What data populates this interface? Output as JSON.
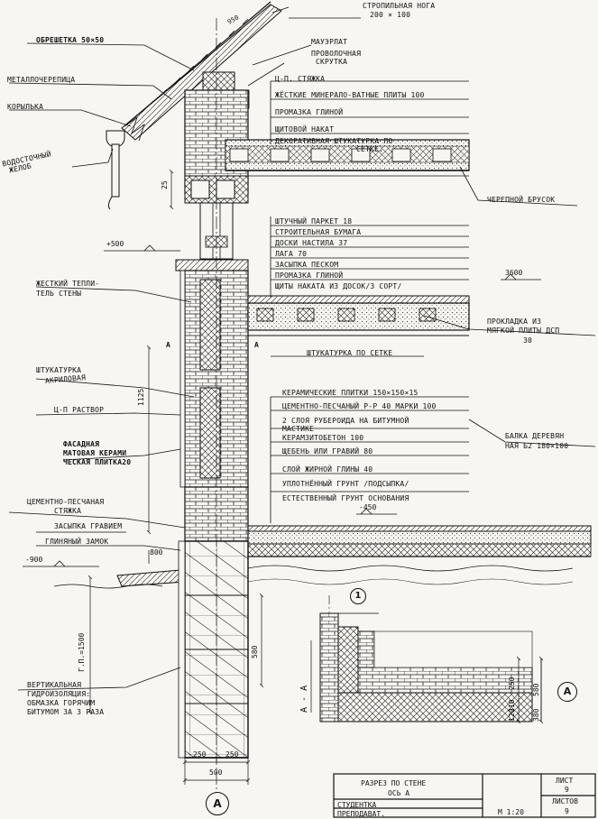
{
  "roof": {
    "rafter_leg": "СТРОПИЛЬНАЯ НОГА",
    "rafter_size": "200 × 100",
    "lathing": "ОБРЕШЕТКА 50×50",
    "wall_plate": "МАУЭРЛАТ",
    "wire_twist_1": "ПРОВОЛОЧНАЯ",
    "wire_twist_2": "СКРУТКА",
    "metal_tile": "МЕТАЛЛОЧЕРЕПИЦА",
    "cornice": "КОРЫЛЬКА",
    "drainpipe_1": "ВОДОСТОЧНЫЙ",
    "drainpipe_2": "ЖЕЛОБ",
    "dim_950": "950"
  },
  "attic_layers": [
    "Ц-П. СТЯЖКА",
    "ЖЁСТКИЕ МИНЕРАЛО-ВАТНЫЕ ПЛИТЫ 100",
    "ПРОМАЗКА ГЛИНОЙ",
    "ЩИТОВОЙ НАКАТ",
    "ДЕКОРАТИВНАЯ ШТУКАТУРКА ПО",
    "СЕТКЕ."
  ],
  "cranial_bar": "ЧЕРЕПНОЙ БРУСОК",
  "floor_layers": [
    "ШТУЧНЫЙ ПАРКЕТ 18",
    "СТРОИТЕЛЬНАЯ БУМАГА",
    "ДОСКИ НАСТИЛА 37",
    "ЛАГА 70",
    "ЗАСЫПКА ПЕСКОМ",
    "ПРОМАЗКА ГЛИНОЙ",
    "ЩИТЫ НАКАТА ИЗ ДОСОК/3 СОРТ/"
  ],
  "wall_left": {
    "rigid_insul_1": "ЖЕСТКИЙ ТЕПЛИ-",
    "rigid_insul_2": "ТЕЛЬ СТЕНЫ",
    "plaster_1": "ШТУКАТУРКА",
    "plaster_2": "АКРИЛОВАЯ",
    "cp_mortar": "Ц-П РАСТВОР",
    "facade_1": "ФАСАДНАЯ",
    "facade_2": "МАТОВАЯ КЕРАМИ",
    "facade_3": "ЧЕСКАЯ ПЛИТКА20",
    "screed_1": "ЦЕМЕНТНО-ПЕСЧАНАЯ",
    "screed_2": "СТЯЖКА",
    "gravel_fill": "ЗАСЫПКА ГРАВИЕМ",
    "clay_lock": "ГЛИНЯНЫЙ ЗАМОК",
    "hydro_1": "ВЕРТИКАЛЬНАЯ",
    "hydro_2": "ГИДРОИЗОЛЯЦИЯ:",
    "hydro_3": "ОБМАЗКА ГОРЯЧИМ",
    "hydro_4": "БИТУМОМ ЗА 3 РАЗА"
  },
  "levels": {
    "l500": "+500",
    "l3600": "3600",
    "l450": "-450",
    "l900": "-900"
  },
  "pad_1": "ПРОКЛАДКА ИЗ",
  "pad_2": "МЯГКОЙ ПЛИТЫ ДСП",
  "pad_3": "30",
  "plaster_mesh": "ШТУКАТУРКА ПО СЕТКЕ",
  "ground_layers": [
    "КЕРАМИЧЕСКИЕ ПЛИТКИ 150×150×15",
    "ЦЕМЕНТНО-ПЕСЧАНЫЙ Р-Р 40 МАРКИ 100",
    "2 СЛОЯ РУБЕРОИДА НА БИТУМНОЙ",
    "МАСТИКЕ",
    "КЕРАМЗИТОБЕТОН 100",
    "ЩЕБЕНЬ ИЛИ ГРАВИЙ 80",
    "СЛОЙ ЖИРНОЙ ГЛИНЫ 40",
    "УПЛОТНЁННЫЙ ГРУНТ /ПОДСЫПКА/",
    "ЕСТЕСТВЕННЫЙ ГРУНТ ОСНОВАНИЯ"
  ],
  "beam_1": "БАЛКА ДЕРЕВЯН",
  "beam_2": "НАЯ Б2 180×100",
  "dims": {
    "d25": "25",
    "d1125": "1125",
    "d800": "800",
    "d580": "580",
    "d1500": "Г.П.=1500",
    "d250a": "250",
    "d250b": "250",
    "d500": "500",
    "d250c": "250",
    "d120": "120",
    "d210": "210",
    "d580b": "580",
    "d380": "380"
  },
  "section_label": "А - А",
  "axis_label": "А",
  "axis_number": "1",
  "title_block": {
    "title_1": "РАЗРЕЗ ПО СТЕНЕ",
    "title_2": "ОСЬ А",
    "student": "СТУДЕНТКА",
    "teacher": "ПРЕПОДАВАТ.",
    "scale": "М 1:20",
    "sheet": "ЛИСТ",
    "sheet_no": "9",
    "sheets": "ЛИСТОВ",
    "sheets_no": "9"
  }
}
